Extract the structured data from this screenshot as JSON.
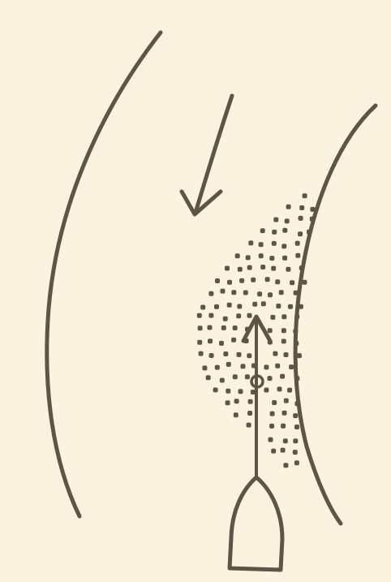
{
  "diagram": {
    "background_color": "#fbf3e0",
    "ink_color": "#5e5548",
    "elements": [
      "left-bank",
      "right-bank",
      "current-arrow",
      "eddy-stipple",
      "boat",
      "boat-course-arrow"
    ]
  }
}
